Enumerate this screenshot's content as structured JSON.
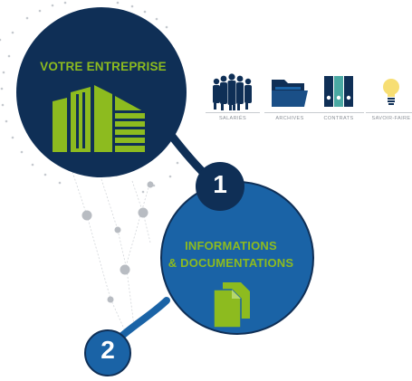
{
  "step1": {
    "title": "VOTRE ENTREPRISE",
    "number": "1"
  },
  "step2": {
    "title_line1": "INFORMATIONS",
    "title_line2": "& DOCUMENTATIONS",
    "number": "2"
  },
  "categories": [
    {
      "label": "SALARIÉS",
      "icon": "people-group-icon"
    },
    {
      "label": "ARCHIVES",
      "icon": "folder-icon"
    },
    {
      "label": "CONTRATS",
      "icon": "binders-icon"
    },
    {
      "label": "SAVOIR-FAIRE",
      "icon": "lightbulb-icon"
    }
  ],
  "colors": {
    "dark_navy": "#0f2f56",
    "blue": "#1a63a6",
    "green": "#8dbb1f",
    "dot_gray": "#b8bcc2",
    "teal": "#4aa9a3",
    "bulb": "#f7de73"
  }
}
